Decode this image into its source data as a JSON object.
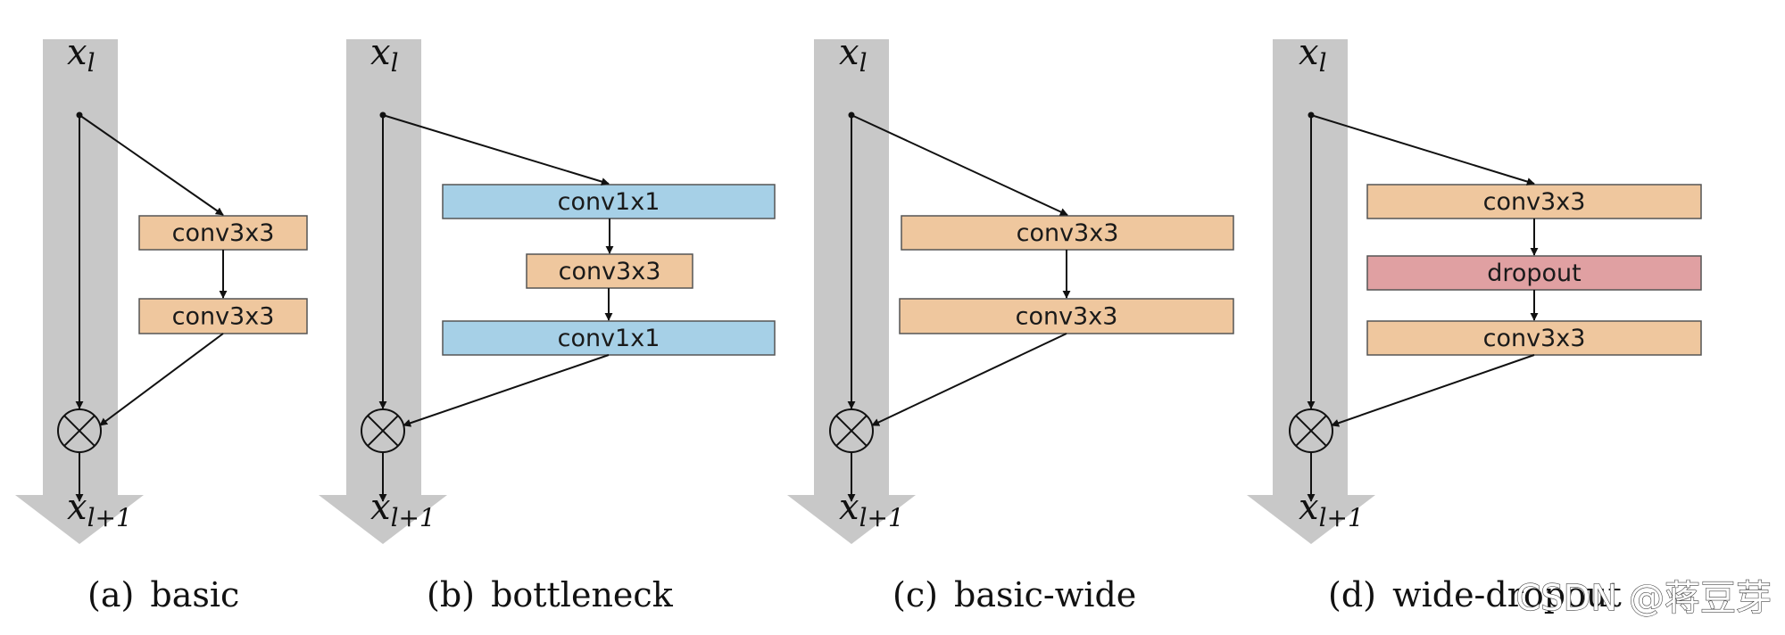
{
  "colors": {
    "trunk": "#c8c8c8",
    "conv3x3": "#efc79e",
    "conv1x1": "#a6d0e7",
    "dropout": "#e0a0a2",
    "box_stroke": "#555555",
    "line": "#111111"
  },
  "panels": [
    {
      "id": "basic",
      "input_var": "x",
      "input_sub": "l",
      "output_var": "x",
      "output_sub": "l+1",
      "caption_tag": "(a)",
      "caption_text": "basic",
      "blocks": [
        {
          "label": "conv3x3",
          "kind": "conv3x3"
        },
        {
          "label": "conv3x3",
          "kind": "conv3x3"
        }
      ]
    },
    {
      "id": "bottleneck",
      "input_var": "x",
      "input_sub": "l",
      "output_var": "x",
      "output_sub": "l+1",
      "caption_tag": "(b)",
      "caption_text": "bottleneck",
      "blocks": [
        {
          "label": "conv1x1",
          "kind": "conv1x1"
        },
        {
          "label": "conv3x3",
          "kind": "conv3x3"
        },
        {
          "label": "conv1x1",
          "kind": "conv1x1"
        }
      ]
    },
    {
      "id": "basic-wide",
      "input_var": "x",
      "input_sub": "l",
      "output_var": "x",
      "output_sub": "l+1",
      "caption_tag": "(c)",
      "caption_text": "basic-wide",
      "blocks": [
        {
          "label": "conv3x3",
          "kind": "conv3x3"
        },
        {
          "label": "conv3x3",
          "kind": "conv3x3"
        }
      ]
    },
    {
      "id": "wide-dropout",
      "input_var": "x",
      "input_sub": "l",
      "output_var": "x",
      "output_sub": "l+1",
      "caption_tag": "(d)",
      "caption_text": "wide-dropout",
      "blocks": [
        {
          "label": "conv3x3",
          "kind": "conv3x3"
        },
        {
          "label": "dropout",
          "kind": "dropout"
        },
        {
          "label": "conv3x3",
          "kind": "conv3x3"
        }
      ]
    }
  ],
  "watermark": "CSDN @蒋豆芽"
}
